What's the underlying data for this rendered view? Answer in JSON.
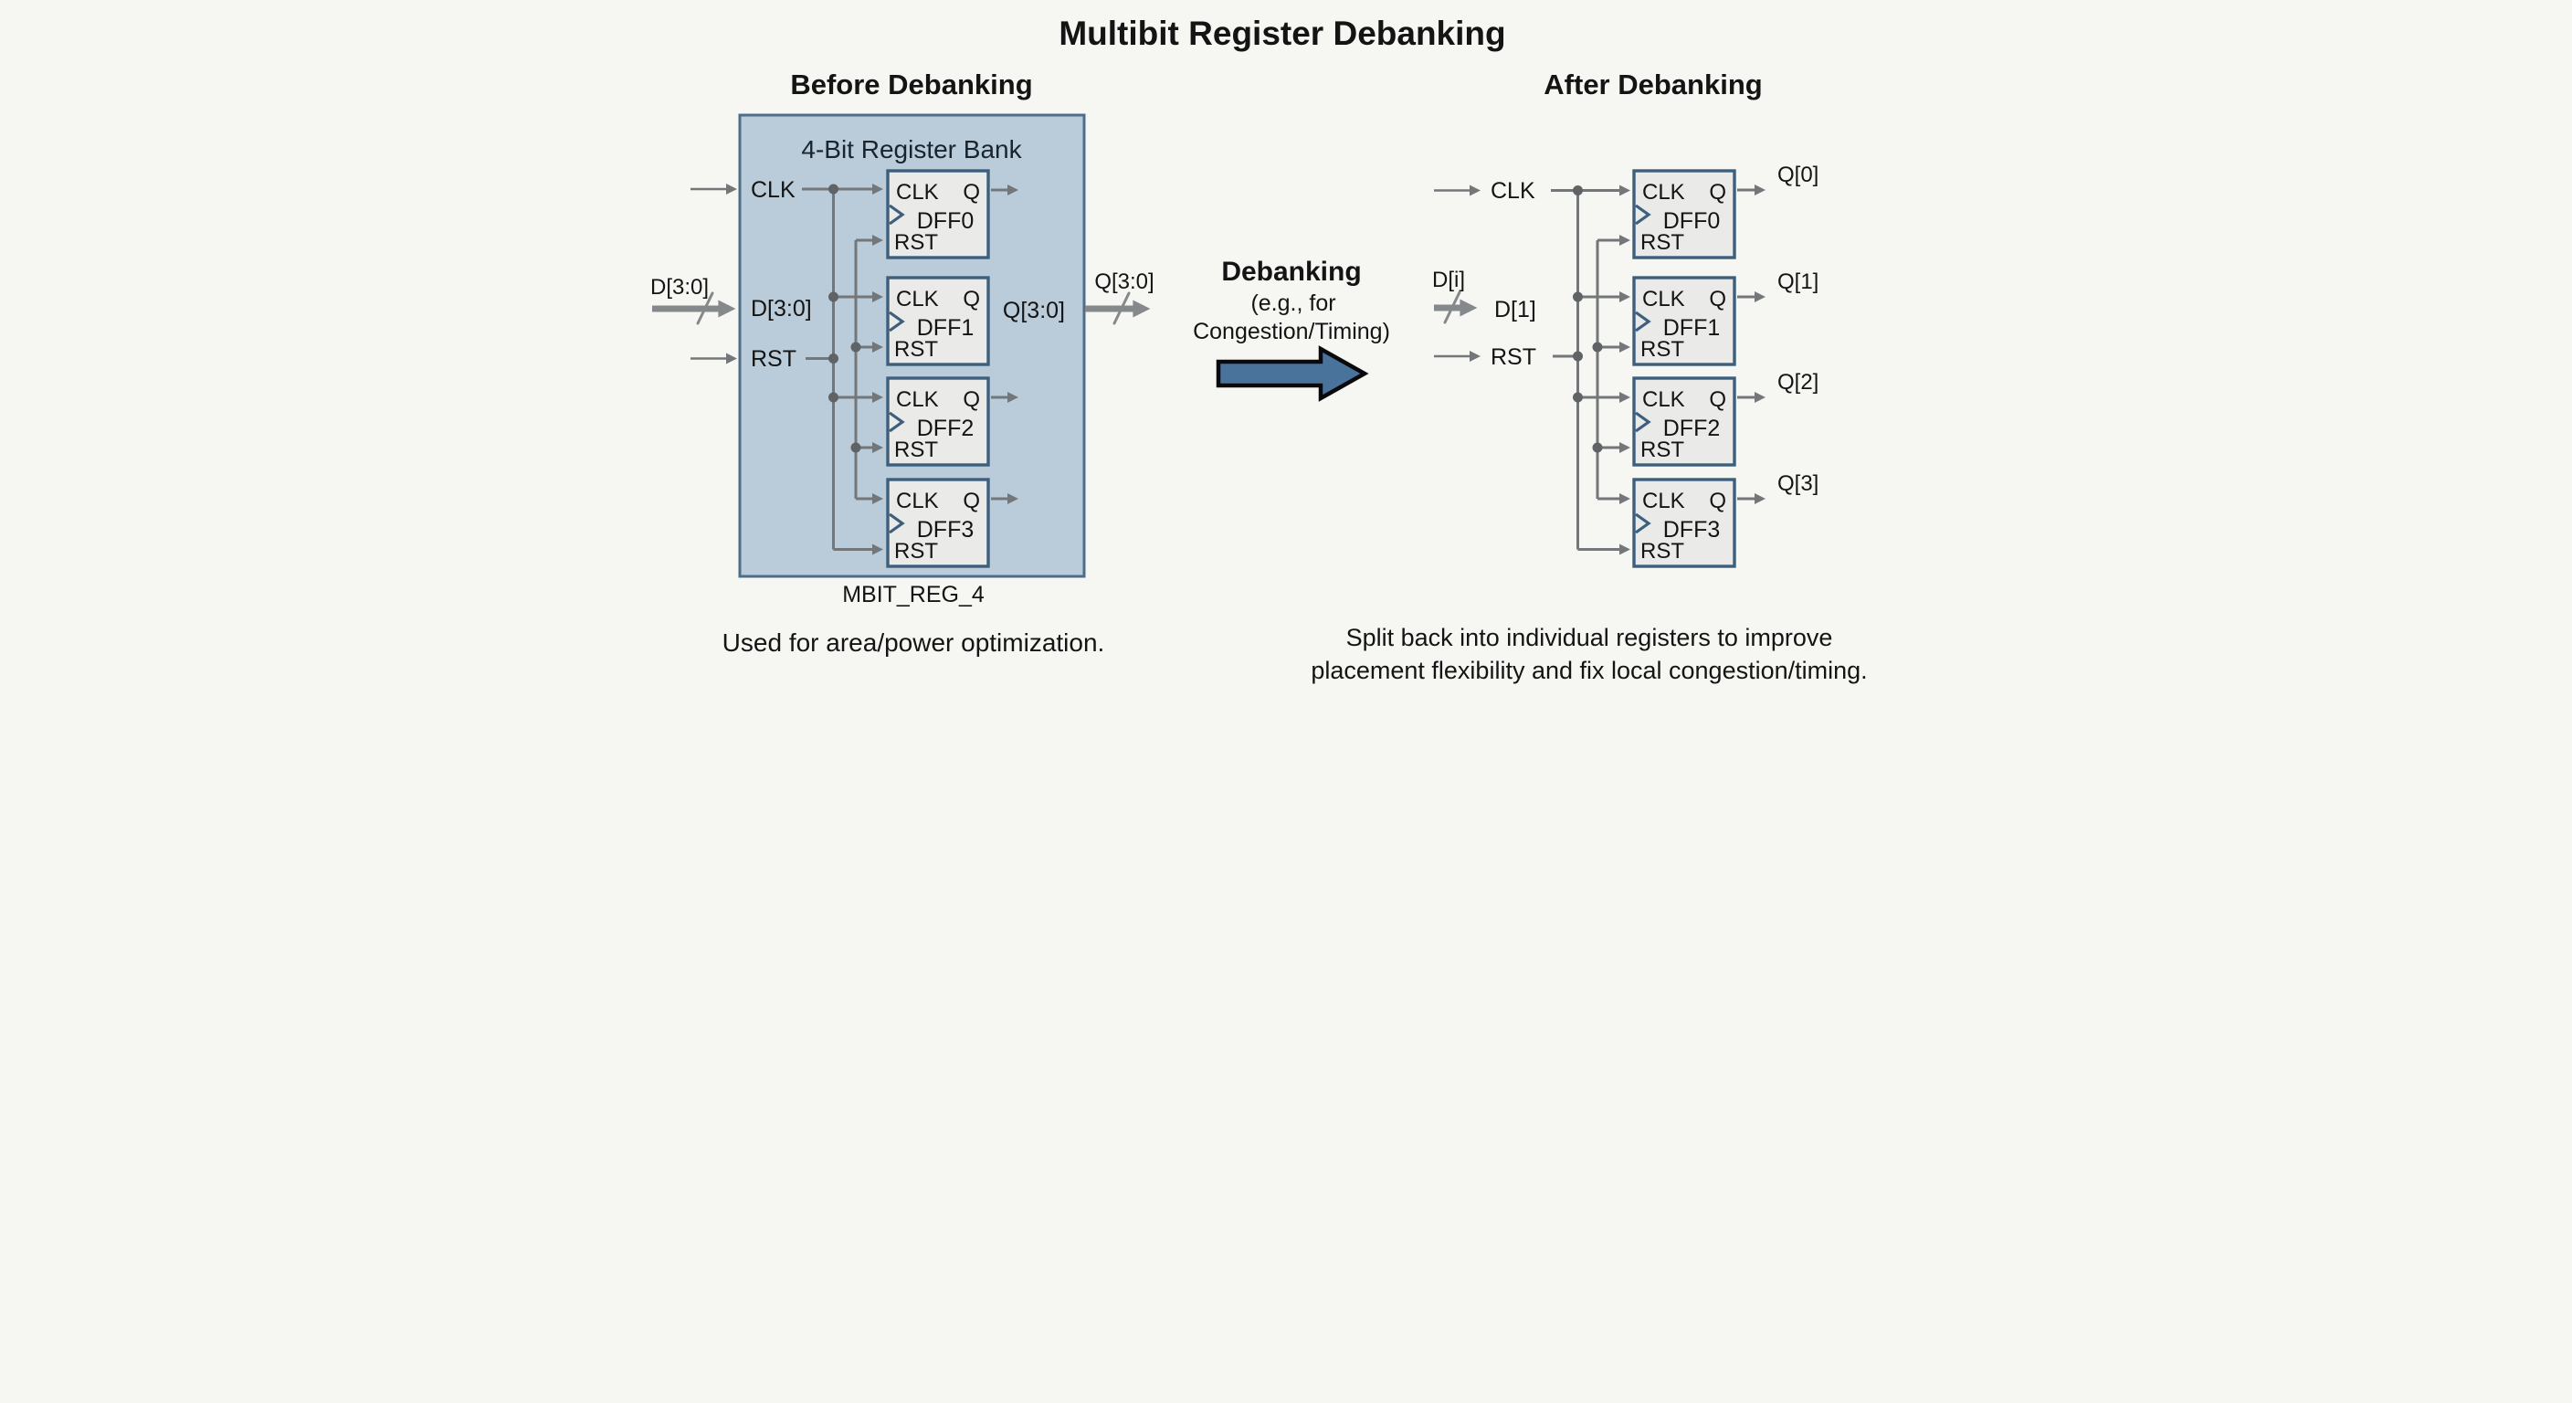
{
  "page_title": "Multibit Register Debanking",
  "dff_ports": {
    "clk": "CLK",
    "q": "Q",
    "rst": "RST"
  },
  "before": {
    "heading": "Before Debanking",
    "bank_title": "4-Bit Register Bank",
    "bank_instance": "MBIT_REG_4",
    "input_bus_label": "D[3:0]",
    "bank_ports": {
      "clk": "CLK",
      "d": "D[3:0]",
      "rst": "RST"
    },
    "output_label_inside": "Q[3:0]",
    "output_bus_label": "Q[3:0]",
    "dffs": [
      {
        "name": "DFF0"
      },
      {
        "name": "DFF1"
      },
      {
        "name": "DFF2"
      },
      {
        "name": "DFF3"
      }
    ],
    "caption": "Used for area/power optimization."
  },
  "debanking": {
    "title": "Debanking",
    "subtitle_line1": "(e.g., for",
    "subtitle_line2": "Congestion/Timing)"
  },
  "after": {
    "heading": "After Debanking",
    "clk_label": "CLK",
    "rst_label": "RST",
    "input_bus_label": "D[i]",
    "input_bit_label": "D[1]",
    "dffs": [
      {
        "name": "DFF0",
        "output": "Q[0]"
      },
      {
        "name": "DFF1",
        "output": "Q[1]"
      },
      {
        "name": "DFF2",
        "output": "Q[2]"
      },
      {
        "name": "DFF3",
        "output": "Q[3]"
      }
    ],
    "caption_line1": "Split back into individual registers to improve",
    "caption_line2": "placement flexibility and fix local congestion/timing."
  },
  "colors": {
    "background": "#f6f6f3",
    "bank_fill": "#bacbd9",
    "bank_border": "#4e6d8b",
    "dff_fill": "#eaeae8",
    "dff_border": "#3d5f7d",
    "wire": "#73777a",
    "bus": "#85898c",
    "junction_dot": "#5f6366",
    "debank_arrow_fill": "#4a739c",
    "debank_arrow_border": "#0a0a0d",
    "text": "#141414"
  }
}
